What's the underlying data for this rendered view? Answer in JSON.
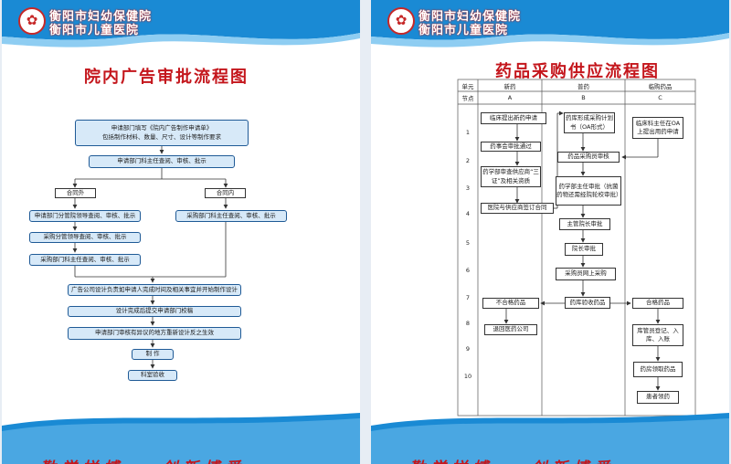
{
  "hospital": {
    "logo_glyph": "✿",
    "name_line1": "衡阳市妇幼保健院",
    "name_line2": "衡阳市儿童医院"
  },
  "slogan": {
    "part1": "勤学拼搏",
    "part2": "创新博爱"
  },
  "colors": {
    "header_blue": "#1a8ad4",
    "slogan_red": "#c4161c",
    "box_fill": "#d7e9f8",
    "box_border": "#1f5a96"
  },
  "ad_flow": {
    "title": "院内广告审批流程图",
    "step1_line1": "申请部门填写《院内广告制作申请单》",
    "step1_line2": "包括制作材料、数量、尺寸、设计等制作要求",
    "step2": "申请部门科主任查阅、审核、批示",
    "branch_left": "合同外",
    "branch_right": "合同内",
    "left1": "申请部门分管院领导查阅、审核、批示",
    "left2": "采购分管领导查阅、审核、批示",
    "left3": "采购部门科主任查阅、审核、批示",
    "right1": "采购部门科主任查阅、审核、批示",
    "step3": "广告公司设计负责如申请人完成时间及相关事宜并开始制作设计",
    "step4": "设计完成后提交申请部门校稿",
    "step5": "申请部门审核有异议的地方重新设计反之生效",
    "step6": "制    作",
    "step7": "科室验收"
  },
  "drug_flow": {
    "title": "药品采购供应流程图",
    "col_unit": "单元",
    "col_node": "节点",
    "columns": [
      {
        "name": "新药",
        "node": "A"
      },
      {
        "name": "普药",
        "node": "B"
      },
      {
        "name": "临购药品",
        "node": "C"
      }
    ],
    "rows": [
      "1",
      "2",
      "3",
      "4",
      "5",
      "6",
      "7",
      "8",
      "9",
      "10"
    ],
    "a1": "临床提出新药申请",
    "a2": "药事会审批通过",
    "a3": "药学部审查供应商“三证”及相关资质",
    "a4": "医院与供应商签订合同",
    "a5": "不合格药品",
    "a6": "退回医药公司",
    "b1": "药库形成采购计划书（OA形式）",
    "b2": "药品采购员审核",
    "b3": "药学部主任审批（抗菌药物还需经院轮校审批）",
    "b4": "主管院长审批",
    "b5": "院长审批",
    "b6": "采购员网上采购",
    "b7": "药库验收药品",
    "c1": "临床科主任在OA上提出用药申请",
    "c2": "合格药品",
    "c3": "库管员登记、入库、入账",
    "c4": "药房领取药品",
    "c5": "患者领药"
  }
}
